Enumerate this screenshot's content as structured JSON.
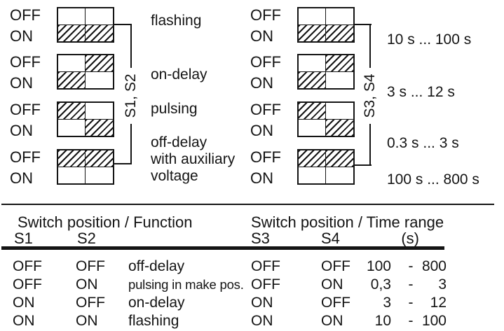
{
  "colors": {
    "ink": "#141414",
    "bg": "#ffffff"
  },
  "switch_labels": {
    "off": "OFF",
    "on": "ON"
  },
  "left_group": {
    "bracket_label": "S1, S2",
    "diagrams": [
      {
        "function": "flashing",
        "cells": [
          0,
          0,
          1,
          1
        ]
      },
      {
        "function": "on-delay",
        "cells": [
          0,
          1,
          1,
          0
        ]
      },
      {
        "function": "pulsing",
        "cells": [
          1,
          0,
          0,
          1
        ]
      },
      {
        "function": "off-delay\nwith auxiliary\nvoltage",
        "cells": [
          1,
          1,
          0,
          0
        ]
      }
    ]
  },
  "right_group": {
    "bracket_label": "S3, S4",
    "diagrams": [
      {
        "time_range": "10 s ... 100 s",
        "cells": [
          0,
          0,
          1,
          1
        ]
      },
      {
        "time_range": "3 s ... 12 s",
        "cells": [
          0,
          1,
          1,
          0
        ]
      },
      {
        "time_range": "0.3 s ... 3 s",
        "cells": [
          1,
          0,
          0,
          1
        ]
      },
      {
        "time_range": "100 s ... 800 s",
        "cells": [
          1,
          1,
          0,
          0
        ]
      }
    ]
  },
  "function_table": {
    "title": "Switch position / Function",
    "headers": {
      "col1": "S1",
      "col2": "S2"
    },
    "rows": [
      {
        "s1": "OFF",
        "s2": "OFF",
        "function": "off-delay"
      },
      {
        "s1": "OFF",
        "s2": "ON",
        "function": "pulsing in make pos."
      },
      {
        "s1": "ON",
        "s2": "OFF",
        "function": "on-delay"
      },
      {
        "s1": "ON",
        "s2": "ON",
        "function": "flashing"
      }
    ]
  },
  "time_table": {
    "title": "Switch position / Time range",
    "headers": {
      "col1": "S3",
      "col2": "S4",
      "unit": "(s)"
    },
    "rows": [
      {
        "s3": "OFF",
        "s4": "OFF",
        "from": "100",
        "sep": "-",
        "to": "800"
      },
      {
        "s3": "OFF",
        "s4": "ON",
        "from": "0,3",
        "sep": "-",
        "to": "3"
      },
      {
        "s3": "ON",
        "s4": "OFF",
        "from": "3",
        "sep": "-",
        "to": "12"
      },
      {
        "s3": "ON",
        "s4": "ON",
        "from": "10",
        "sep": "-",
        "to": "100"
      }
    ]
  }
}
